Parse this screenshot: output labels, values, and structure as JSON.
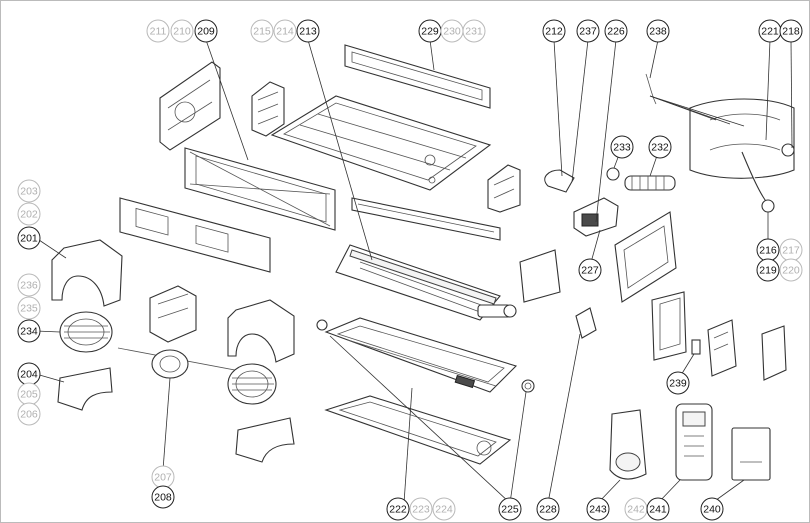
{
  "callouts": [
    {
      "id": "c211",
      "label": "211",
      "ghost": true
    },
    {
      "id": "c210",
      "label": "210",
      "ghost": true
    },
    {
      "id": "c209",
      "label": "209",
      "ghost": false
    },
    {
      "id": "c215",
      "label": "215",
      "ghost": true
    },
    {
      "id": "c214",
      "label": "214",
      "ghost": true
    },
    {
      "id": "c213",
      "label": "213",
      "ghost": false
    },
    {
      "id": "c229",
      "label": "229",
      "ghost": false
    },
    {
      "id": "c230",
      "label": "230",
      "ghost": true
    },
    {
      "id": "c231",
      "label": "231",
      "ghost": true
    },
    {
      "id": "c212",
      "label": "212",
      "ghost": false
    },
    {
      "id": "c237",
      "label": "237",
      "ghost": false
    },
    {
      "id": "c226",
      "label": "226",
      "ghost": false
    },
    {
      "id": "c238",
      "label": "238",
      "ghost": false
    },
    {
      "id": "c221",
      "label": "221",
      "ghost": false
    },
    {
      "id": "c218",
      "label": "218",
      "ghost": false
    },
    {
      "id": "c233",
      "label": "233",
      "ghost": false
    },
    {
      "id": "c232",
      "label": "232",
      "ghost": false
    },
    {
      "id": "c203",
      "label": "203",
      "ghost": true
    },
    {
      "id": "c202",
      "label": "202",
      "ghost": true
    },
    {
      "id": "c201",
      "label": "201",
      "ghost": false
    },
    {
      "id": "c216",
      "label": "216",
      "ghost": false
    },
    {
      "id": "c217",
      "label": "217",
      "ghost": true
    },
    {
      "id": "c219",
      "label": "219",
      "ghost": false
    },
    {
      "id": "c220",
      "label": "220",
      "ghost": true
    },
    {
      "id": "c227",
      "label": "227",
      "ghost": false
    },
    {
      "id": "c236",
      "label": "236",
      "ghost": true
    },
    {
      "id": "c235",
      "label": "235",
      "ghost": true
    },
    {
      "id": "c234",
      "label": "234",
      "ghost": false
    },
    {
      "id": "c204",
      "label": "204",
      "ghost": false
    },
    {
      "id": "c205",
      "label": "205",
      "ghost": true
    },
    {
      "id": "c206",
      "label": "206",
      "ghost": true
    },
    {
      "id": "c239",
      "label": "239",
      "ghost": false
    },
    {
      "id": "c207",
      "label": "207",
      "ghost": true
    },
    {
      "id": "c208",
      "label": "208",
      "ghost": false
    },
    {
      "id": "c222",
      "label": "222",
      "ghost": false
    },
    {
      "id": "c223",
      "label": "223",
      "ghost": true
    },
    {
      "id": "c224",
      "label": "224",
      "ghost": true
    },
    {
      "id": "c225",
      "label": "225",
      "ghost": false
    },
    {
      "id": "c228",
      "label": "228",
      "ghost": false
    },
    {
      "id": "c243",
      "label": "243",
      "ghost": false
    },
    {
      "id": "c242",
      "label": "242",
      "ghost": true
    },
    {
      "id": "c241",
      "label": "241",
      "ghost": false
    },
    {
      "id": "c240",
      "label": "240",
      "ghost": false
    }
  ]
}
